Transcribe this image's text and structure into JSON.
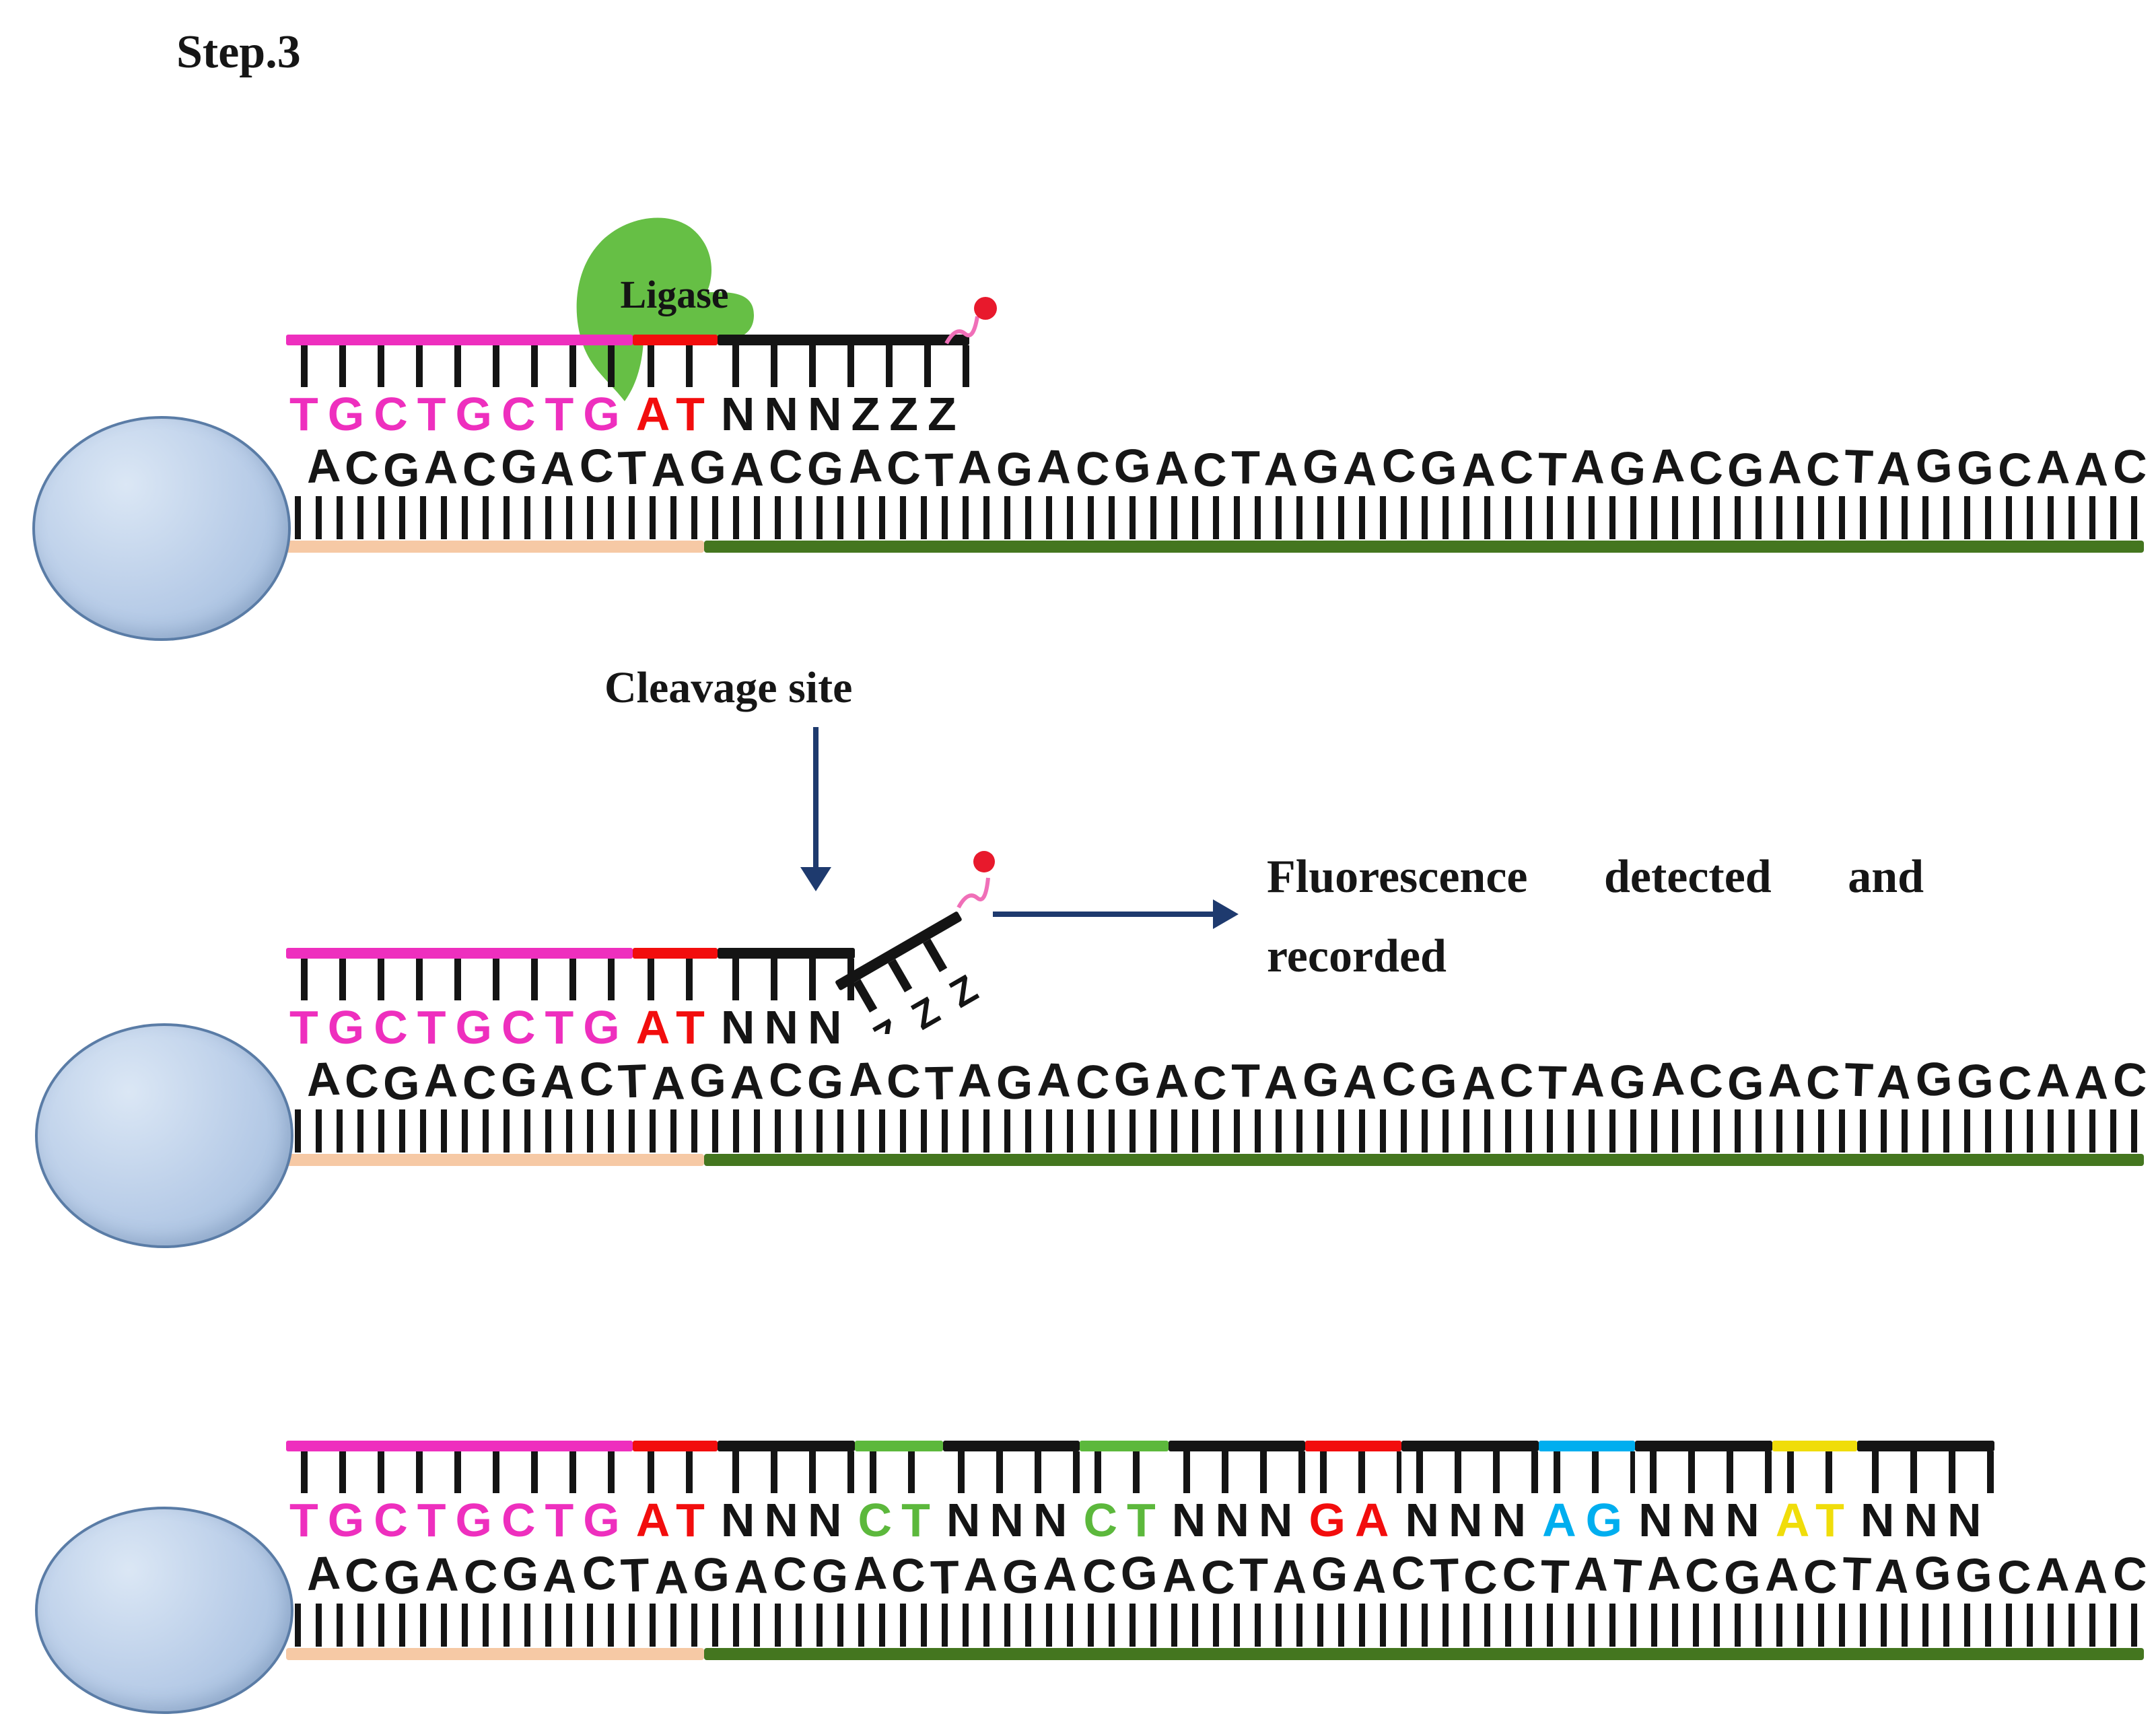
{
  "palette": {
    "magenta": "#ee2fbe",
    "red": "#f20d0d",
    "black": "#141414",
    "green": "#5cb83c",
    "cyan": "#00aeef",
    "yellow": "#f0dd0a",
    "peach": "#f6c9a5",
    "dgreen": "#44761f",
    "navy": "#1e3a6e",
    "blob": "#66bf45",
    "pink": "#f06fb8",
    "dotred": "#e8192c",
    "bead_border": "#5a7ca6"
  },
  "title": "Step.3",
  "panel1": {
    "ligase_label": "Ligase",
    "probe_groups": [
      {
        "text": "TGCTGCTG",
        "color": "magenta"
      },
      {
        "text": "AT",
        "color": "red"
      },
      {
        "text": "NNNZZZ",
        "color": "black"
      }
    ],
    "template_sequence": "ACGACGACTAGACGACTAGACGACTAGACGACTAGACGACTAGGCAAC"
  },
  "panel2": {
    "cleavage_label": "Cleavage site",
    "result_label_line1": "Fluorescence detected and",
    "result_label_line2": "recorded",
    "cleaved_fragment_letters": "ZZZ",
    "probe_groups": [
      {
        "text": "TGCTGCTG",
        "color": "magenta"
      },
      {
        "text": "AT",
        "color": "red"
      },
      {
        "text": "NNN",
        "color": "black"
      }
    ],
    "template_sequence": "ACGACGACTAGACGACTAGACGACTAGACGACTAGACGACTAGGCAAC"
  },
  "panel3": {
    "probe_groups": [
      {
        "text": "TGCTGCTG",
        "color": "magenta"
      },
      {
        "text": "AT",
        "color": "red"
      },
      {
        "text": "NNN",
        "color": "black"
      },
      {
        "text": "CT",
        "color": "green"
      },
      {
        "text": "NNN",
        "color": "black"
      },
      {
        "text": "CT",
        "color": "green"
      },
      {
        "text": "NNN",
        "color": "black"
      },
      {
        "text": "GA",
        "color": "red"
      },
      {
        "text": "NNN",
        "color": "black"
      },
      {
        "text": "AG",
        "color": "cyan"
      },
      {
        "text": "NNN",
        "color": "black"
      },
      {
        "text": "AT",
        "color": "yellow"
      },
      {
        "text": "NNN",
        "color": "black"
      }
    ],
    "template_sequence": "ACGACGACTAGACGACTAGACGACTAGACTCCTATACGACTAGGCAAC"
  }
}
